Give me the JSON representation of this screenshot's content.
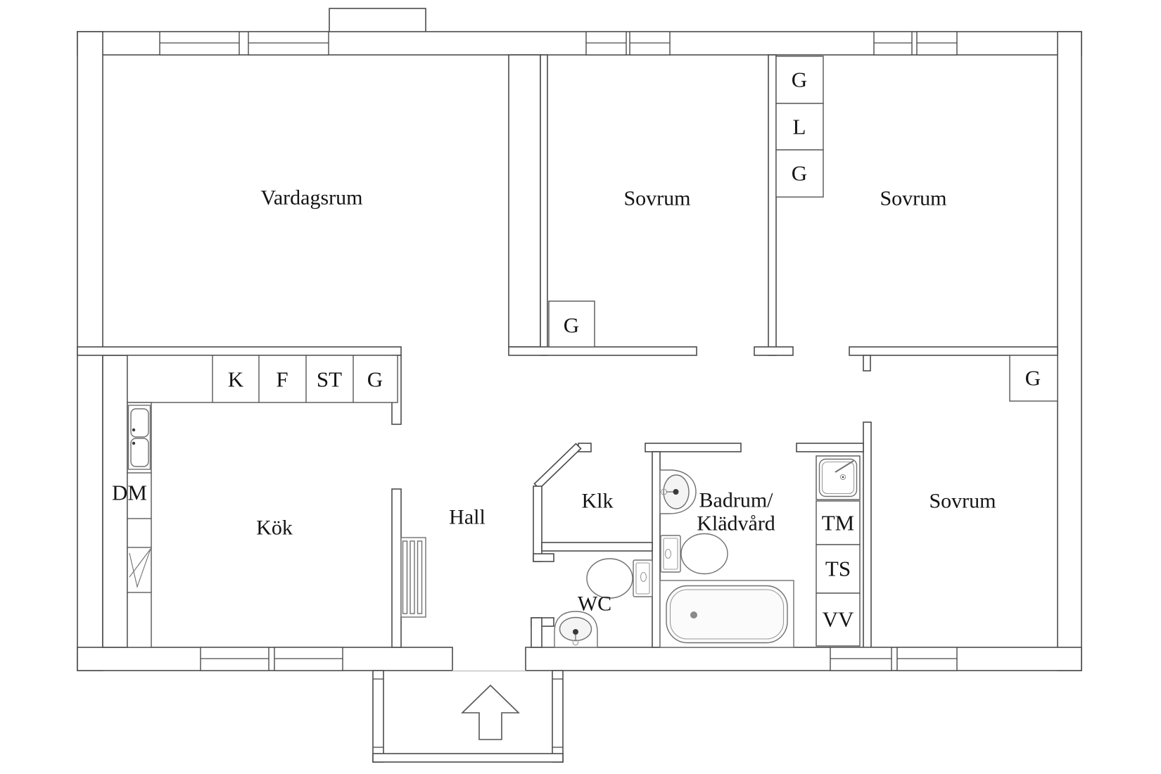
{
  "rooms": {
    "vardagsrum": "Vardagsrum",
    "sovrum_middle": "Sovrum",
    "sovrum_right": "Sovrum",
    "sovrum_bottom": "Sovrum",
    "kok": "Kök",
    "hall": "Hall",
    "klk": "Klk",
    "wc": "WC",
    "badrum_line1": "Badrum/",
    "badrum_line2": "Klädvård"
  },
  "closets": {
    "column_top_right": [
      "G",
      "L",
      "G"
    ],
    "sovrum_middle_g": "G",
    "sovrum_bottom_g": "G"
  },
  "kitchen_units": {
    "k": "K",
    "f": "F",
    "st": "ST",
    "g": "G",
    "dm": "DM"
  },
  "laundry_units": {
    "tm": "TM",
    "ts": "TS",
    "vv": "VV"
  },
  "colors": {
    "wall_line": "#4b4b4b",
    "fixture_line": "#707070",
    "text": "#141414",
    "background": "#ffffff"
  }
}
